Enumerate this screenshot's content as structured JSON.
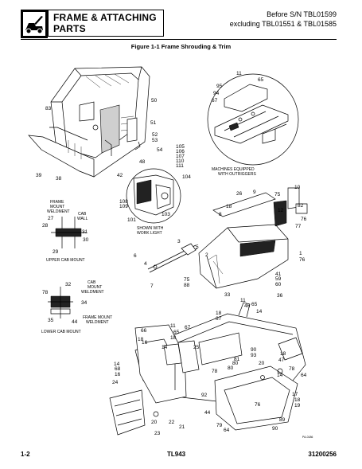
{
  "header": {
    "section_title": "FRAME & ATTACHING PARTS",
    "serial_line1": "Before S/N TBL01599",
    "serial_line2": "excluding TBL01551 & TBL01585"
  },
  "figure": {
    "title": "Figure 1-1 Frame Shrouding & Trim"
  },
  "captions": {
    "machines_outriggers_1": "MACHINES EQUIPPED",
    "machines_outriggers_2": "WITH OUTRIGGERS",
    "work_light_1": "SHOWN WITH",
    "work_light_2": "WORK LIGHT",
    "frame_mount_weldment_1": "FRAME",
    "frame_mount_weldment_2": "MOUNT",
    "frame_mount_weldment_3": "WELDMENT",
    "cab_wall_1": "CAB",
    "cab_wall_2": "WALL",
    "upper_cab_mount": "UPPER CAB MOUNT",
    "cab_mount_weldment_1": "CAB",
    "cab_mount_weldment_2": "MOUNT",
    "cab_mount_weldment_3": "WELDMENT",
    "frame_mount_weldment_b_1": "FRAME MOUNT",
    "frame_mount_weldment_b_2": "WELDMENT",
    "lower_cab_mount": "LOWER CAB MOUNT",
    "drawing_code": "PA-0186"
  },
  "callouts": [
    {
      "id": "c01",
      "text": "83"
    },
    {
      "id": "c02",
      "text": "50"
    },
    {
      "id": "c03",
      "text": "51"
    },
    {
      "id": "c04",
      "text": "52"
    },
    {
      "id": "c05",
      "text": "53"
    },
    {
      "id": "c06",
      "text": "54"
    },
    {
      "id": "c07",
      "text": "39"
    },
    {
      "id": "c08",
      "text": "38"
    },
    {
      "id": "c09",
      "text": "42"
    },
    {
      "id": "c10",
      "text": "48"
    },
    {
      "id": "c11",
      "text": "105"
    },
    {
      "id": "c12",
      "text": "106"
    },
    {
      "id": "c13",
      "text": "107"
    },
    {
      "id": "c14",
      "text": "110"
    },
    {
      "id": "c15",
      "text": "111"
    },
    {
      "id": "c16",
      "text": "104"
    },
    {
      "id": "c17",
      "text": "108"
    },
    {
      "id": "c18",
      "text": "109"
    },
    {
      "id": "c19",
      "text": "101"
    },
    {
      "id": "c20",
      "text": "103"
    },
    {
      "id": "c21",
      "text": "11"
    },
    {
      "id": "c22",
      "text": "95"
    },
    {
      "id": "c23",
      "text": "65"
    },
    {
      "id": "c24",
      "text": "94"
    },
    {
      "id": "c25",
      "text": "67"
    },
    {
      "id": "c26",
      "text": "26"
    },
    {
      "id": "c27",
      "text": "9"
    },
    {
      "id": "c28",
      "text": "75"
    },
    {
      "id": "c29",
      "text": "10"
    },
    {
      "id": "c30",
      "text": "18"
    },
    {
      "id": "c31",
      "text": "8"
    },
    {
      "id": "c32",
      "text": "12"
    },
    {
      "id": "c33",
      "text": "82"
    },
    {
      "id": "c34",
      "text": "76"
    },
    {
      "id": "c35",
      "text": "77"
    },
    {
      "id": "c36",
      "text": "27"
    },
    {
      "id": "c37",
      "text": "28"
    },
    {
      "id": "c38",
      "text": "31"
    },
    {
      "id": "c39",
      "text": "30"
    },
    {
      "id": "c40",
      "text": "29"
    },
    {
      "id": "c41",
      "text": "3"
    },
    {
      "id": "c42",
      "text": "5"
    },
    {
      "id": "c43",
      "text": "6"
    },
    {
      "id": "c44",
      "text": "4"
    },
    {
      "id": "c45",
      "text": "2"
    },
    {
      "id": "c46",
      "text": "7"
    },
    {
      "id": "c47",
      "text": "1"
    },
    {
      "id": "c48",
      "text": "76"
    },
    {
      "id": "c49",
      "text": "41"
    },
    {
      "id": "c50",
      "text": "59"
    },
    {
      "id": "c51",
      "text": "60"
    },
    {
      "id": "c52",
      "text": "75"
    },
    {
      "id": "c53",
      "text": "88"
    },
    {
      "id": "c54",
      "text": "33"
    },
    {
      "id": "c55",
      "text": "36"
    },
    {
      "id": "c56",
      "text": "32"
    },
    {
      "id": "c57",
      "text": "78"
    },
    {
      "id": "c58",
      "text": "34"
    },
    {
      "id": "c59",
      "text": "35"
    },
    {
      "id": "c60",
      "text": "44"
    },
    {
      "id": "c61",
      "text": "11"
    },
    {
      "id": "c62",
      "text": "46"
    },
    {
      "id": "c63",
      "text": "65"
    },
    {
      "id": "c64",
      "text": "14"
    },
    {
      "id": "c65",
      "text": "18"
    },
    {
      "id": "c66",
      "text": "67"
    },
    {
      "id": "c67",
      "text": "18"
    },
    {
      "id": "c68",
      "text": "66"
    },
    {
      "id": "c69",
      "text": "16"
    },
    {
      "id": "c70",
      "text": "11"
    },
    {
      "id": "c71",
      "text": "67"
    },
    {
      "id": "c72",
      "text": "65"
    },
    {
      "id": "c73",
      "text": "18"
    },
    {
      "id": "c74",
      "text": "14"
    },
    {
      "id": "c75",
      "text": "14"
    },
    {
      "id": "c76",
      "text": "68"
    },
    {
      "id": "c77",
      "text": "16"
    },
    {
      "id": "c78",
      "text": "25"
    },
    {
      "id": "c79",
      "text": "24"
    },
    {
      "id": "c80",
      "text": "22"
    },
    {
      "id": "c81",
      "text": "21"
    },
    {
      "id": "c82",
      "text": "23"
    },
    {
      "id": "c83",
      "text": "20"
    },
    {
      "id": "c84",
      "text": "90"
    },
    {
      "id": "c85",
      "text": "93"
    },
    {
      "id": "c86",
      "text": "78"
    },
    {
      "id": "c87",
      "text": "80"
    },
    {
      "id": "c88",
      "text": "18"
    },
    {
      "id": "c89",
      "text": "47"
    },
    {
      "id": "c90",
      "text": "14"
    },
    {
      "id": "c91",
      "text": "78"
    },
    {
      "id": "c92",
      "text": "64"
    },
    {
      "id": "c93",
      "text": "17"
    },
    {
      "id": "c94",
      "text": "18"
    },
    {
      "id": "c95",
      "text": "19"
    },
    {
      "id": "c96",
      "text": "89"
    },
    {
      "id": "c97",
      "text": "90"
    },
    {
      "id": "c98",
      "text": "92"
    },
    {
      "id": "c99",
      "text": "44"
    },
    {
      "id": "c100",
      "text": "79"
    },
    {
      "id": "c101",
      "text": "64"
    },
    {
      "id": "c102",
      "text": "76"
    },
    {
      "id": "c103",
      "text": "80"
    },
    {
      "id": "c104",
      "text": "81"
    },
    {
      "id": "c105",
      "text": "20"
    }
  ],
  "footer": {
    "page": "1-2",
    "model": "TL943",
    "part_number": "31200256"
  }
}
